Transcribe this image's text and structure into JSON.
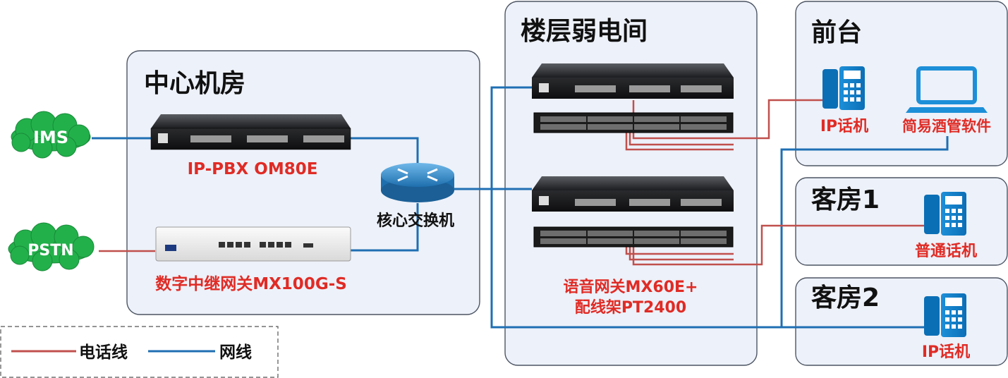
{
  "regions": {
    "center_room": "中心机房",
    "floor_room": "楼层弱电间",
    "front_desk": "前台",
    "guest_room_1": "客房1",
    "guest_room_2": "客房2"
  },
  "clouds": {
    "ims": "IMS",
    "pstn": "PSTN"
  },
  "devices": {
    "pbx": "IP-PBX OM80E",
    "trunk_gateway": "数字中继网关MX100G-S",
    "core_switch": "核心交换机",
    "voice_gateway_line1": "语音网关MX60E+",
    "voice_gateway_line2": "配线架PT2400",
    "front_phone": "IP话机",
    "hotel_software": "简易酒管软件",
    "room1_phone": "普通话机",
    "room2_phone": "IP话机"
  },
  "legend": {
    "phone_line": "电话线",
    "network_line": "网线"
  },
  "colors": {
    "phone_line": "#c0504d",
    "network_line": "#1f6fb3",
    "label_red": "#e02b25",
    "cloud_green": "#22b04a"
  }
}
